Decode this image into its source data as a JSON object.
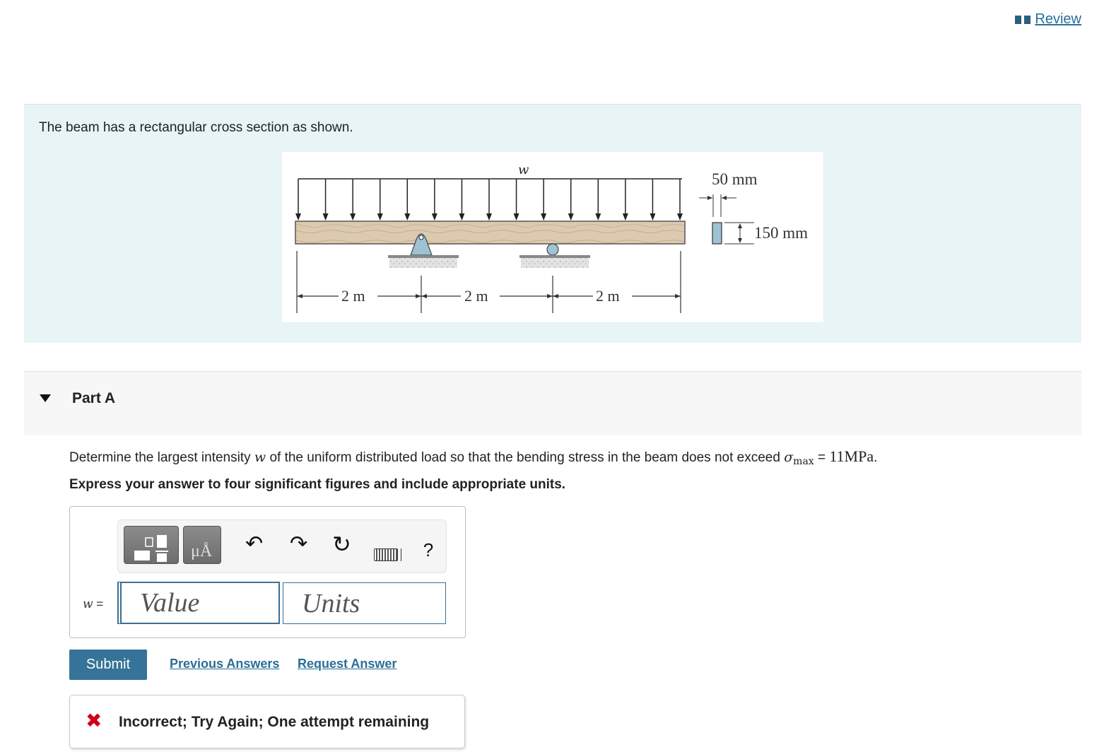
{
  "header": {
    "review_label": "Review"
  },
  "problem": {
    "intro": "The beam has a rectangular cross section as shown.",
    "figure": {
      "load_label": "w",
      "span_labels": [
        "2 m",
        "2 m",
        "2 m"
      ],
      "width_label": "50 mm",
      "height_label": "150 mm"
    }
  },
  "part": {
    "title": "Part A",
    "question_prefix": "Determine the largest intensity ",
    "question_var": "w",
    "question_mid": " of the uniform distributed load so that the bending stress in the beam does not exceed ",
    "sigma_symbol": "σ",
    "sigma_sub": "max",
    "equals": " = ",
    "limit_value": "11MPa",
    "period": ".",
    "instruction": "Express your answer to four significant figures and include appropriate units."
  },
  "answer": {
    "label_var": "w",
    "label_eq": " =",
    "value_placeholder": "Value",
    "units_placeholder": "Units",
    "toolbar": {
      "units_glyph": "μÅ",
      "undo_glyph": "↶",
      "redo_glyph": "↷",
      "reset_glyph": "↻",
      "help_glyph": "?"
    }
  },
  "actions": {
    "submit_label": "Submit",
    "previous_label": "Previous Answers",
    "request_label": "Request Answer"
  },
  "feedback": {
    "icon": "✖",
    "message": "Incorrect; Try Again; One attempt remaining"
  }
}
